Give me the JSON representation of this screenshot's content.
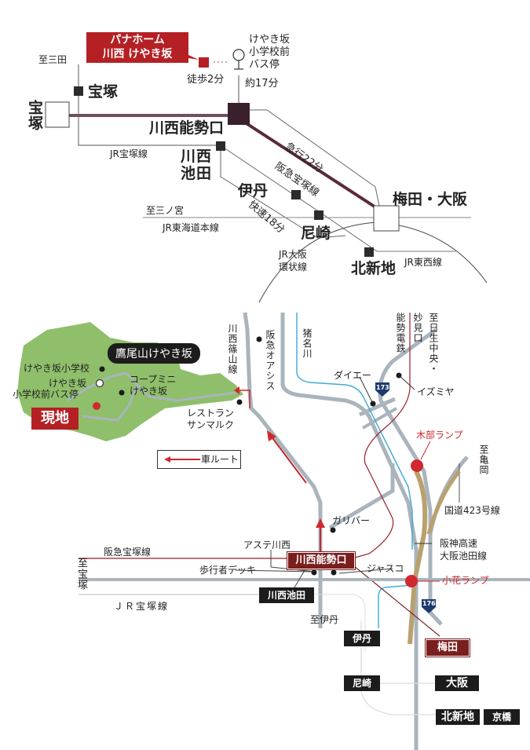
{
  "route_diagram": {
    "property_label_line1": "パナホーム",
    "property_label_line2": "川西 けやき坂",
    "walk_time": "徒歩2分",
    "bus_stop": [
      "けやき坂",
      "小学校前",
      "バス停"
    ],
    "bus_time": "約17分",
    "to_sanda": "至三田",
    "takarazuka_station": "宝塚",
    "takarazuka_big": "宝塚",
    "kawanishi_noseguchi": "川西能勢口",
    "jr_takarazuka_line": "JR宝塚線",
    "kawanishi_ikeda": "川西池田",
    "express_time": "急行22分",
    "hankyu_takarazuka_line": "阪急宝塚線",
    "itami": "伊丹",
    "rapid_time": "快速18分",
    "to_sannomiya": "至三ノ宮",
    "jr_tokaido_line": "JR東海道本線",
    "amagasaki": "尼崎",
    "umeda_osaka": "梅田・大阪",
    "jr_osaka_loop": [
      "JR大阪",
      "環状線"
    ],
    "kitashinchi": "北新地",
    "jr_tozai_line": "JR東西線",
    "colors": {
      "hankyu": "#5a2a3a",
      "property": "#b52024",
      "station": "#2b2b2b"
    }
  },
  "area_map": {
    "area_name": "鷹尾山けやき坂",
    "school": "けやき坂小学校",
    "bus_stop_line1": "けやき坂",
    "bus_stop_line2": "小学校前バス停",
    "coop": [
      "コープミニ",
      "けやき坂"
    ],
    "site_label": "現地",
    "restaurant": [
      "レストラン",
      "サンマルク"
    ],
    "kawanishi_yamate_line": "川西篠山線",
    "legend_car_route": "車ルート",
    "hankyu_oasis": "阪急オアシス",
    "inagawa": "猪名川",
    "nose_railway": "能勢電鉄",
    "to_myokenguchi": "妙見口",
    "to_nissei": "至日生中央・",
    "daiei": "ダイエー",
    "route_173": "173",
    "izumiya": "イズミヤ",
    "kibe_ramp": "木部ランプ",
    "to_kameoka": "至亀岡",
    "route_423": "国道423号線",
    "gulliver": "ガリバー",
    "aste_kawanishi": "アステ川西",
    "hanshin_expressway": [
      "阪神高速",
      "大阪池田線"
    ],
    "hankyu_line": "阪急宝塚線",
    "to_takarazuka": "至宝塚",
    "pedestrian_deck": "歩行者デッキ",
    "noseguchi_box": "川西能勢口",
    "jusco": "ジャスコ",
    "obana_ramp": "小花ランプ",
    "ikeda_box": "川西池田",
    "jr_line": "ＪＲ宝塚線",
    "route_176": "176",
    "to_itami": "至伊丹",
    "itami_box": "伊丹",
    "umeda_box": "梅田",
    "amagasaki_box": "尼崎",
    "osaka_box": "大阪",
    "kitashinchi_box": "北新地",
    "kyobashi_box": "京橋",
    "colors": {
      "green": "#8fbf6a",
      "road": "#a9b4bd",
      "river": "#3fa9d6",
      "rail_red": "#9b1f2a",
      "expressway": "#b9a16e",
      "ramp": "#d0282e"
    }
  }
}
